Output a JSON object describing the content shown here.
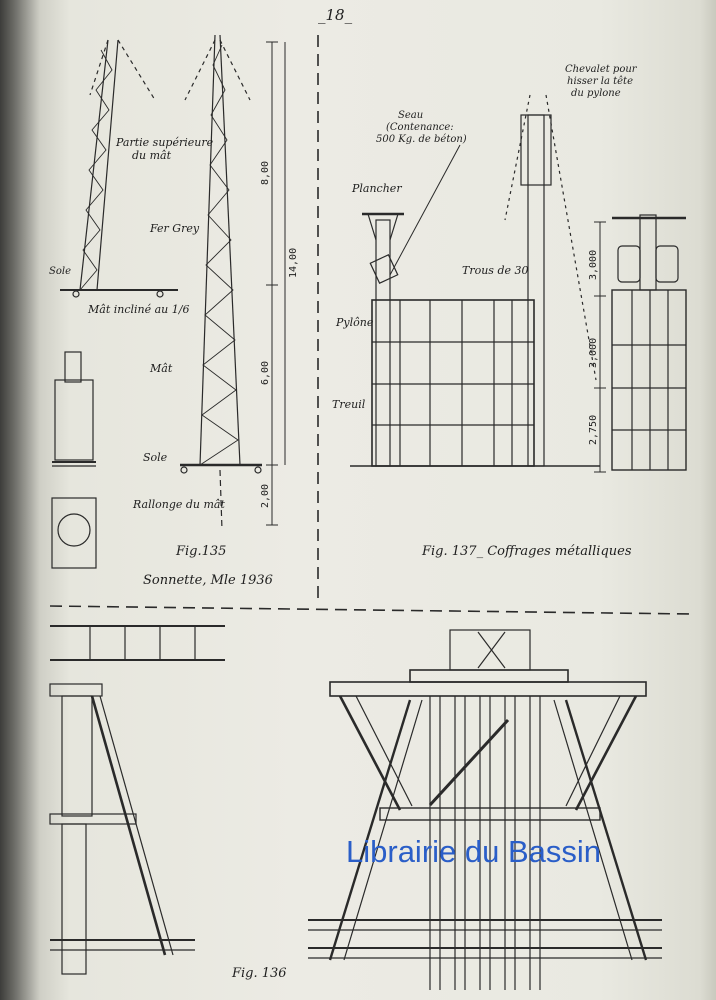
{
  "page": {
    "number": "_18_"
  },
  "watermark": {
    "text": "Librairie du Bassin",
    "color": "#2a5ec8"
  },
  "fig135": {
    "caption": "Fig.135",
    "subcaption": "Sonnette, Mle 1936",
    "labels": {
      "upper_mast": "Partie supérieure",
      "upper_mast_2": "du mât",
      "fer_grey": "Fer Grey",
      "inclined": "Mât incliné au 1/6",
      "mast": "Mât",
      "sole": "Sole",
      "sole_left": "Sole",
      "extension": "Rallonge du mât"
    },
    "dimensions": {
      "d1": "8,00",
      "d2": "14,00",
      "d3": "6,00",
      "d4": "2,00"
    }
  },
  "fig137": {
    "caption": "Fig. 137_ Coffrages métalliques",
    "labels": {
      "chevalet_1": "Chevalet pour",
      "chevalet_2": "hisser la tête",
      "chevalet_3": "du pylone",
      "seau_1": "Seau",
      "seau_2": "(Contenance:",
      "seau_3": "500 Kg. de béton)",
      "plancher": "Plancher",
      "trous": "Trous de 30",
      "pylone": "Pylône",
      "treuil": "Treuil"
    },
    "dimensions": {
      "d1": "3,000",
      "d2": "3,000",
      "d3": "2,750"
    }
  },
  "fig136": {
    "caption": "Fig. 136"
  }
}
